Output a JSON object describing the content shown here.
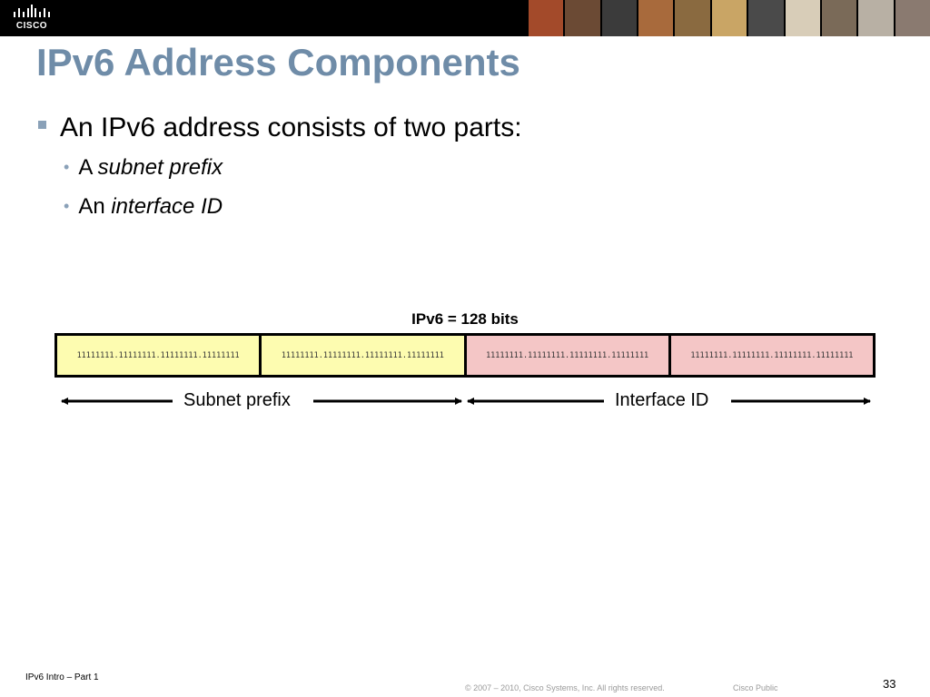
{
  "header": {
    "logo_text": "CISCO",
    "brand_color": "#000000",
    "photos": [
      "#a34a2a",
      "#6b4a34",
      "#3b3b3b",
      "#a86a3c",
      "#8a6a40",
      "#c9a565",
      "#4a4a4a",
      "#d8cdb8",
      "#7a6a58",
      "#b8b0a4",
      "#8a7a70"
    ]
  },
  "title": "IPv6 Address Components",
  "bullets": {
    "main": "An IPv6 address consists of two parts:",
    "sub1_prefix": "A ",
    "sub1_em": "subnet prefix",
    "sub2_prefix": "An ",
    "sub2_em": "interface ID"
  },
  "diagram": {
    "heading": "IPv6 = 128 bits",
    "segments": [
      {
        "bits": "11111111.11111111.11111111.11111111",
        "color": "#fdfcb0"
      },
      {
        "bits": "11111111.11111111.11111111.11111111",
        "color": "#fdfcb0"
      },
      {
        "bits": "11111111.11111111.11111111.11111111",
        "color": "#f4c6c6"
      },
      {
        "bits": "11111111.11111111.11111111.11111111",
        "color": "#f4c6c6"
      }
    ],
    "subnet_label": "Subnet prefix",
    "interface_label": "Interface ID"
  },
  "footer": {
    "left": "IPv6 Intro – Part 1",
    "copyright": "© 2007 – 2010, Cisco Systems, Inc. All rights reserved.",
    "classification": "Cisco Public",
    "page": "33"
  }
}
